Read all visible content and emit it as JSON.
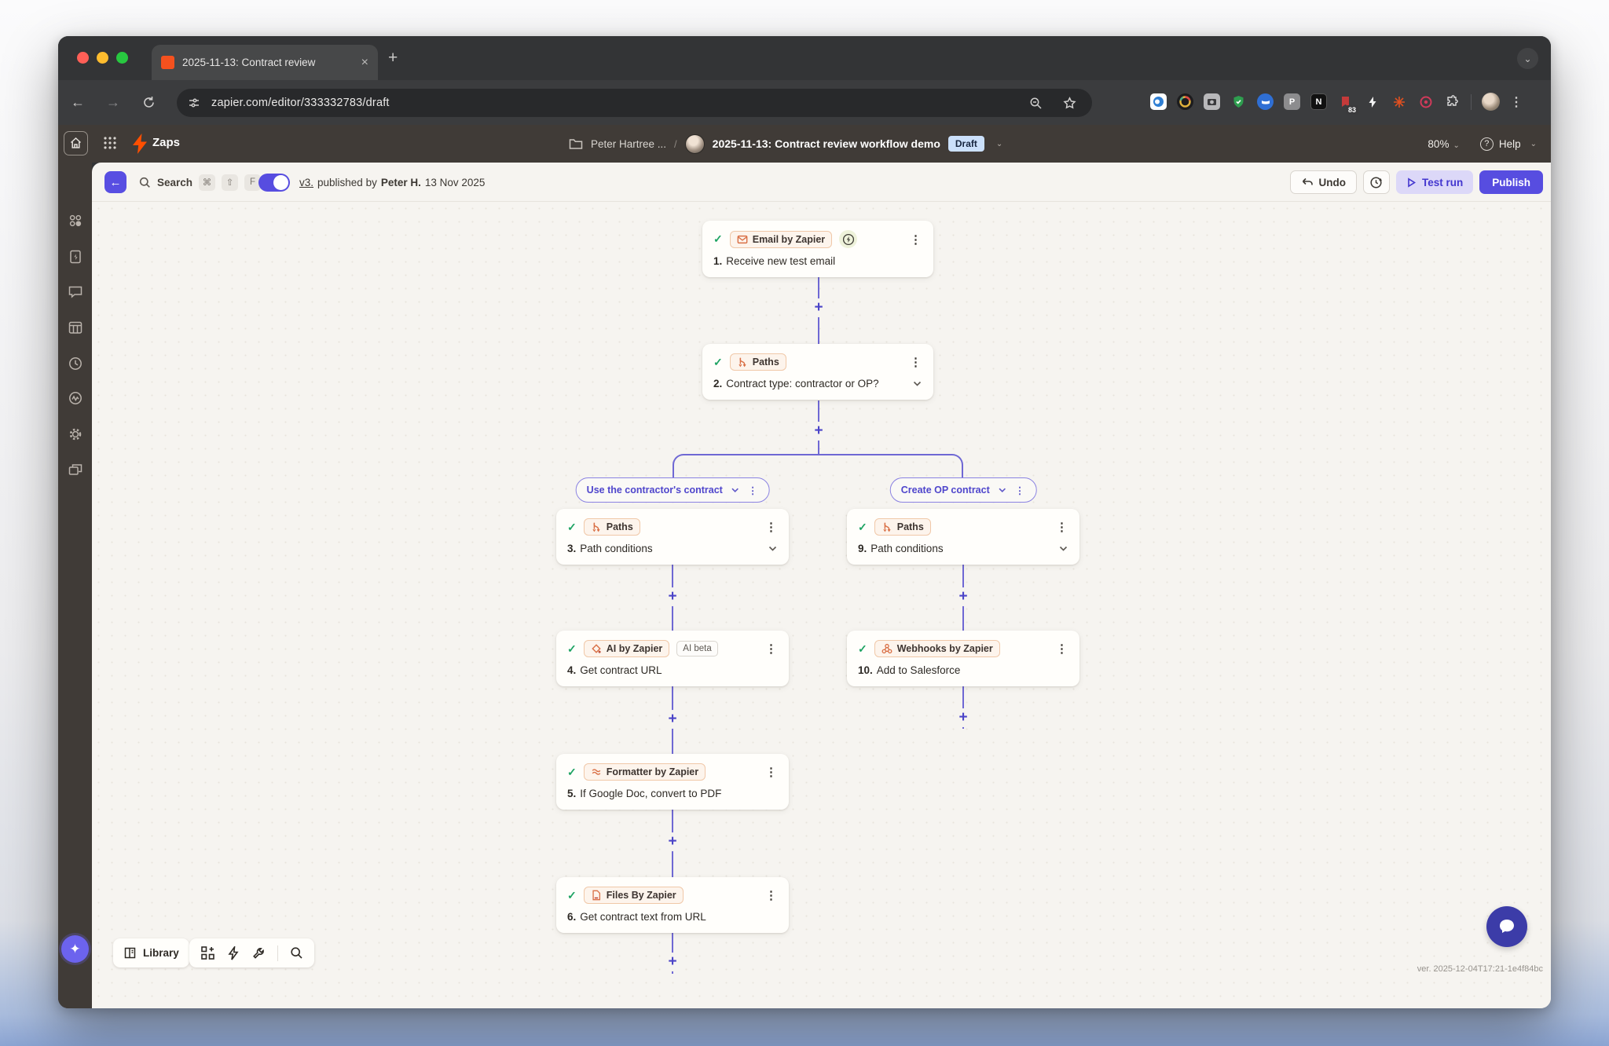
{
  "browser": {
    "tab_title": "2025-11-13: Contract review",
    "url": "zapier.com/editor/333332783/draft",
    "ext_badge": "83",
    "ext_letter_p": "P",
    "ext_letter_n": "N"
  },
  "nav": {
    "zaps_label": "Zaps",
    "owner": "Peter Hartree ...",
    "separator": "/",
    "zap_title": "2025-11-13: Contract review workflow demo",
    "draft_badge": "Draft",
    "zoom_level": "80%",
    "help_label": "Help"
  },
  "toolbar": {
    "search_label": "Search",
    "keys": [
      "⌘",
      "⇧",
      "F"
    ],
    "version_link": "v3.",
    "version_mid": "published by",
    "version_author": "Peter H.",
    "version_date": "13 Nov 2025",
    "undo_label": "Undo",
    "test_run_label": "Test run",
    "publish_label": "Publish"
  },
  "workflow": {
    "nodes": [
      {
        "num": "1.",
        "app": "Email by Zapier",
        "title": "Receive new test email"
      },
      {
        "num": "2.",
        "app": "Paths",
        "title": "Contract type: contractor or OP?"
      },
      {
        "num": "3.",
        "app": "Paths",
        "title": "Path conditions"
      },
      {
        "num": "4.",
        "app": "AI by Zapier",
        "badge": "AI beta",
        "title": "Get contract URL"
      },
      {
        "num": "5.",
        "app": "Formatter by Zapier",
        "title": "If Google Doc, convert to PDF"
      },
      {
        "num": "6.",
        "app": "Files By Zapier",
        "title": "Get contract text from URL"
      },
      {
        "num": "9.",
        "app": "Paths",
        "title": "Path conditions"
      },
      {
        "num": "10.",
        "app": "Webhooks by Zapier",
        "title": "Add to Salesforce"
      }
    ],
    "path_labels": [
      "Use the contractor's contract",
      "Create OP contract"
    ]
  },
  "footer": {
    "library_label": "Library",
    "version_stamp": "ver. 2025-12-04T17:21-1e4f84bc"
  },
  "icons": {
    "check": "✓",
    "kebab": "⋮",
    "plus": "+",
    "close": "×",
    "new_tab": "+",
    "back": "←",
    "forward": "→",
    "chevron_down": "⌄",
    "question": "?",
    "copilot_star": "✦"
  },
  "colors": {
    "zapier_orange": "#ff4f00",
    "accent_purple": "#574de0",
    "line_purple": "#6f68d4",
    "success_green": "#1da362",
    "draft_badge_bg": "#cbe0fb"
  }
}
